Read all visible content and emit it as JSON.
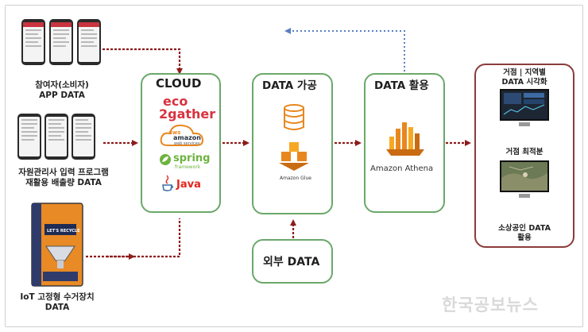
{
  "sources": {
    "app": {
      "line1": "참여자(소비자)",
      "line2": "APP DATA"
    },
    "program": {
      "line1": "자원관리사 입력 프로그램",
      "line2": "재활용 배출량 DATA"
    },
    "iot": {
      "line1": "IoT 고정형 수거장치",
      "line2": "DATA",
      "device_text": "LET'S RECYCLE"
    }
  },
  "cloud": {
    "title": "CLOUD",
    "eco_top": "eco",
    "eco_bottom": "2gather",
    "aws_small": "aws",
    "amazon": "amazon",
    "amazon_sub": "web services",
    "spring": "spring",
    "spring_sub": "framework",
    "java": "Java"
  },
  "processing": {
    "title": "DATA 가공",
    "glue_label": "Amazon Glue"
  },
  "utilization": {
    "title": "DATA 활용",
    "athena_label": "Amazon Athena"
  },
  "external": {
    "title": "외부 DATA"
  },
  "outputs": {
    "viz_line1": "거점 | 지역별",
    "viz_line2": "DATA 시각화",
    "site_label": "거점 최적분",
    "biz_line1": "소상공인 DATA",
    "biz_line2": "활용"
  },
  "watermark": "한국공보뉴스",
  "colors": {
    "box_border": "#6aa86a",
    "arrow": "#8e1c1c",
    "feedback": "#5a7fc0",
    "output_border": "#8b3b3b",
    "eco": "#d8323f",
    "aws": "#e8871e",
    "spring": "#6db33f",
    "java": "#e2251d"
  }
}
